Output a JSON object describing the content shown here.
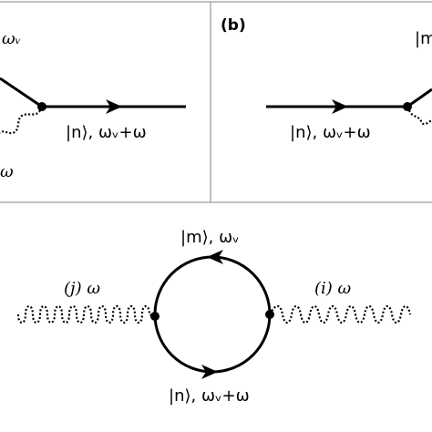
{
  "panel_a": {
    "top_label": "ωᵥ",
    "bottom_label": "ω",
    "out_label": "|n⟩, ωᵥ+ω"
  },
  "panel_b": {
    "panel_tag": "(b)",
    "in_label": "|n⟩, ωᵥ+ω",
    "corner_label": "|m"
  },
  "panel_c": {
    "top_label": "|m⟩, ωᵥ",
    "bottom_label": "|n⟩, ωᵥ+ω",
    "left_label": "(j) ω",
    "right_label": "(i) ω"
  },
  "colors": {
    "ink": "#000000",
    "frame": "#9a9a9a",
    "background": "#ffffff"
  }
}
